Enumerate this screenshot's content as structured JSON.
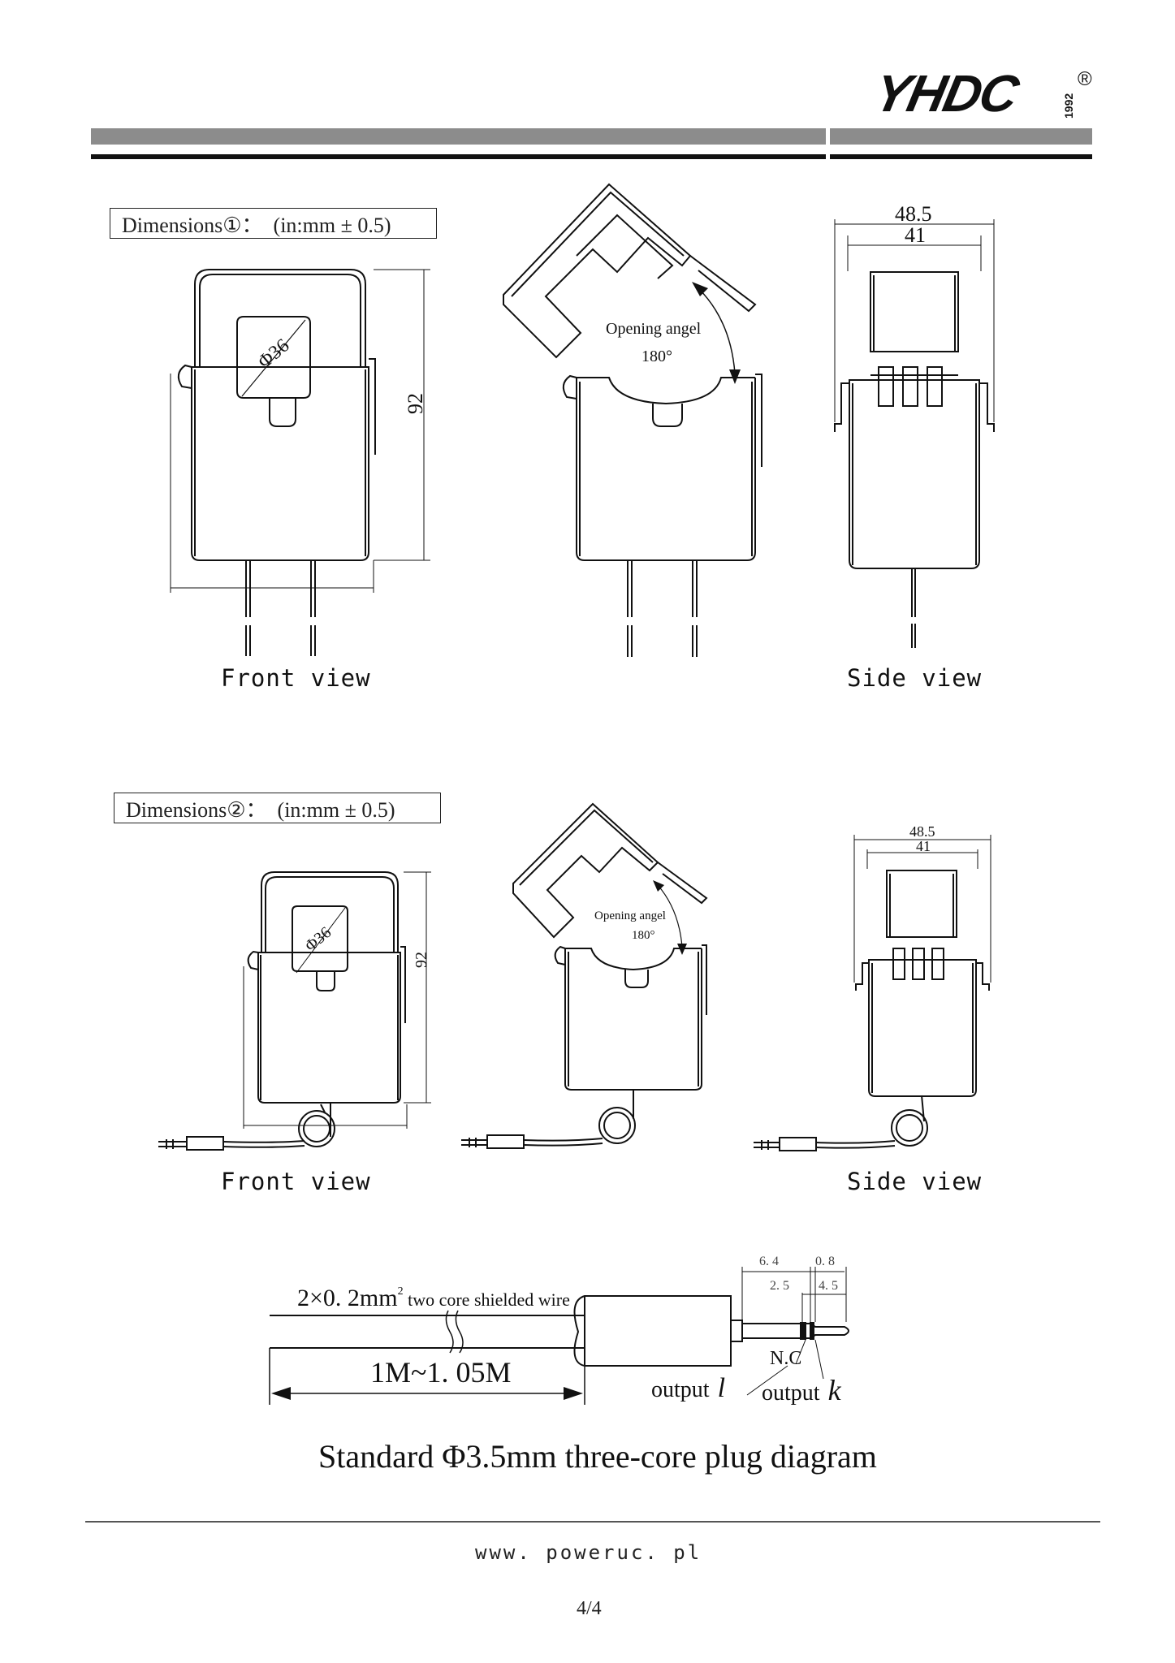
{
  "header": {
    "logo_text": "YHDC",
    "logo_year": "1992",
    "registered_mark": "®"
  },
  "section1": {
    "dimensions_label": "Dimensions①：  (in:mm ± 0.5)",
    "phi_label": "Φ36",
    "height_label": "92",
    "opening_label": "Opening angel",
    "angle_label": "180°",
    "width_outer_label": "48.5",
    "width_inner_label": "41",
    "front_view_label": "Front view",
    "side_view_label": "Side view"
  },
  "section2": {
    "dimensions_label": "Dimensions②：  (in:mm ± 0.5)",
    "phi_label": "Φ36",
    "height_label": "92",
    "opening_label": "Opening angel",
    "angle_label": "180°",
    "width_outer_label": "48.5",
    "width_inner_label": "41",
    "front_view_label": "Front view",
    "side_view_label": "Side view"
  },
  "plug": {
    "wire_label_main": "2×0. 2mm",
    "wire_label_sup": "2",
    "wire_label_rest": " two core shielded wire",
    "length_label": "1M~1. 05M",
    "dim_6_4": "6. 4",
    "dim_0_8": "0. 8",
    "dim_2_5": "2. 5",
    "dim_4_5": "4. 5",
    "nc_label": "N.C",
    "output_l_text": "output",
    "output_l_letter": "l",
    "output_k_text": "output",
    "output_k_letter": "k",
    "caption": "Standard Φ3.5mm three-core plug diagram"
  },
  "footer": {
    "url": "www. poweruc. pl",
    "page": "4/4"
  }
}
